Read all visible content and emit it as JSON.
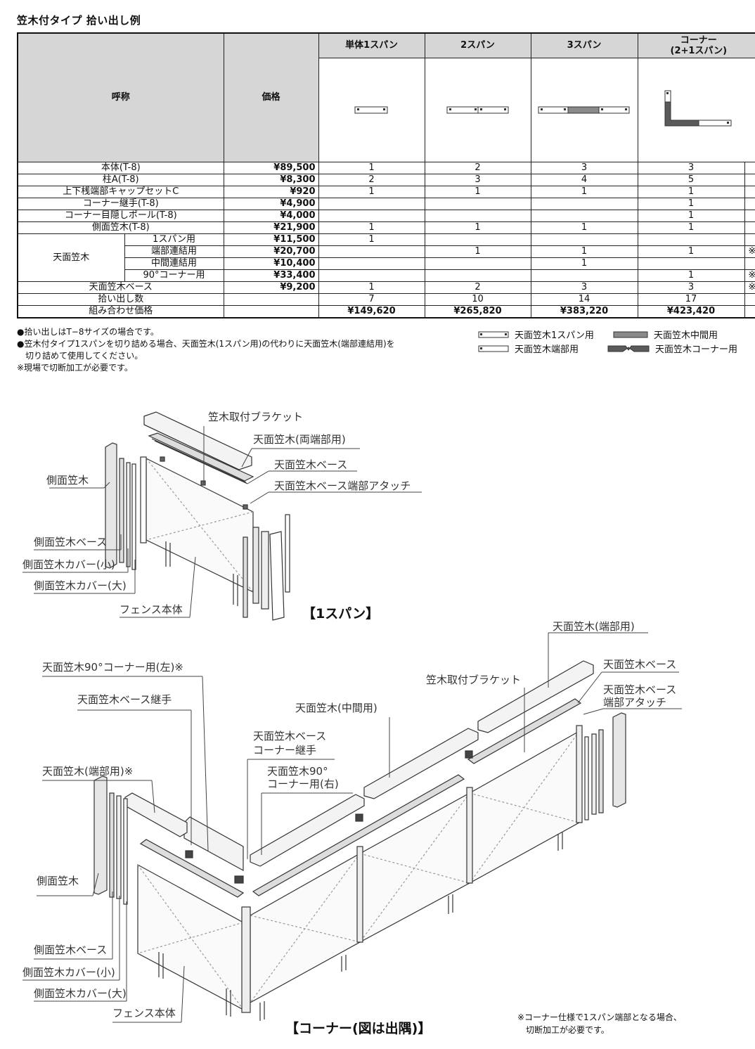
{
  "title": "笠木付タイプ 拾い出し例",
  "table": {
    "head_name": "呼称",
    "head_price": "価格",
    "columns": [
      "単体1スパン",
      "2スパン",
      "3スパン",
      "コーナー",
      "(2+1スパン)"
    ],
    "rows": [
      {
        "name": "本体(T-8)",
        "price": "¥89,500",
        "q1": "1",
        "q2": "2",
        "q3": "3",
        "q4": "3",
        "note": ""
      },
      {
        "name": "柱A(T-8)",
        "price": "¥8,300",
        "q1": "2",
        "q2": "3",
        "q3": "4",
        "q4": "5",
        "note": ""
      },
      {
        "name": "上下桟端部キャップセットC",
        "price": "¥920",
        "q1": "1",
        "q2": "1",
        "q3": "1",
        "q4": "1",
        "note": ""
      },
      {
        "name": "コーナー継手(T-8)",
        "price": "¥4,900",
        "q1": "",
        "q2": "",
        "q3": "",
        "q4": "1",
        "note": ""
      },
      {
        "name": "コーナー目隠しポール(T-8)",
        "price": "¥4,000",
        "q1": "",
        "q2": "",
        "q3": "",
        "q4": "1",
        "note": ""
      },
      {
        "name": "側面笠木(T-8)",
        "price": "¥21,900",
        "q1": "1",
        "q2": "1",
        "q3": "1",
        "q4": "1",
        "note": ""
      }
    ],
    "group_label": "天面笠木",
    "group_rows": [
      {
        "name": "1スパン用",
        "price": "¥11,500",
        "q1": "1",
        "q2": "",
        "q3": "",
        "q4": "",
        "note": ""
      },
      {
        "name": "端部連結用",
        "price": "¥20,700",
        "q1": "",
        "q2": "1",
        "q3": "1",
        "q4": "1",
        "note": "※"
      },
      {
        "name": "中間連結用",
        "price": "¥10,400",
        "q1": "",
        "q2": "",
        "q3": "1",
        "q4": "",
        "note": ""
      },
      {
        "name": "90°コーナー用",
        "price": "¥33,400",
        "q1": "",
        "q2": "",
        "q3": "",
        "q4": "1",
        "note": "※"
      }
    ],
    "base_row": {
      "name": "天面笠木ベース",
      "price": "¥9,200",
      "q1": "1",
      "q2": "2",
      "q3": "3",
      "q4": "3",
      "note": "※"
    },
    "count_row": {
      "name": "拾い出し数",
      "q1": "7",
      "q2": "10",
      "q3": "14",
      "q4": "17"
    },
    "total_row": {
      "name": "組み合わせ価格",
      "q1": "¥149,620",
      "q2": "¥265,820",
      "q3": "¥383,220",
      "q4": "¥423,420"
    }
  },
  "notes": [
    "●拾い出しはT−8サイズの場合です。",
    "●笠木付タイプ1スパンを切り詰める場合、天面笠木(1スパン用)の代わりに天面笠木(端部連結用)を",
    "　切り詰めて使用してください。",
    "※現場で切断加工が必要です。"
  ],
  "legend": {
    "one_span": "天面笠木1スパン用",
    "middle": "天面笠木中間用",
    "end": "天面笠木端部用",
    "corner": "天面笠木コーナー用"
  },
  "diagram1": {
    "labels": {
      "bracket": "笠木取付ブラケット",
      "top_both_ends": "天面笠木(両端部用)",
      "top_base": "天面笠木ベース",
      "top_base_attach": "天面笠木ベース端部アタッチ",
      "side": "側面笠木",
      "side_base": "側面笠木ベース",
      "side_cover_small": "側面笠木カバー(小)",
      "side_cover_large": "側面笠木カバー(大)",
      "fence": "フェンス本体"
    },
    "caption": "【1スパン】"
  },
  "diagram2": {
    "labels": {
      "top_end": "天面笠木(端部用)",
      "top_base": "天面笠木ベース",
      "top_base_attach_1": "天面笠木ベース",
      "top_base_attach_2": "端部アタッチ",
      "bracket": "笠木取付ブラケット",
      "corner_left": "天面笠木90°コーナー用(左)※",
      "base_joint": "天面笠木ベース継手",
      "top_middle": "天面笠木(中間用)",
      "base_corner_1": "天面笠木ベース",
      "base_corner_2": "コーナー継手",
      "corner_right_1": "天面笠木90°",
      "corner_right_2": "コーナー用(右)",
      "top_end_left": "天面笠木(端部用)※",
      "side": "側面笠木",
      "side_base": "側面笠木ベース",
      "side_cover_small": "側面笠木カバー(小)",
      "side_cover_large": "側面笠木カバー(大)",
      "fence": "フェンス本体"
    },
    "caption": "【コーナー(図は出隅)】",
    "footnote_1": "※コーナー仕様で1スパン端部となる場合、",
    "footnote_2": "切断加工が必要です。"
  },
  "colors": {
    "header_gray": "#d6d6d6",
    "middle_bar": "#8a8a8a",
    "corner_bar": "#5a5a5a"
  }
}
